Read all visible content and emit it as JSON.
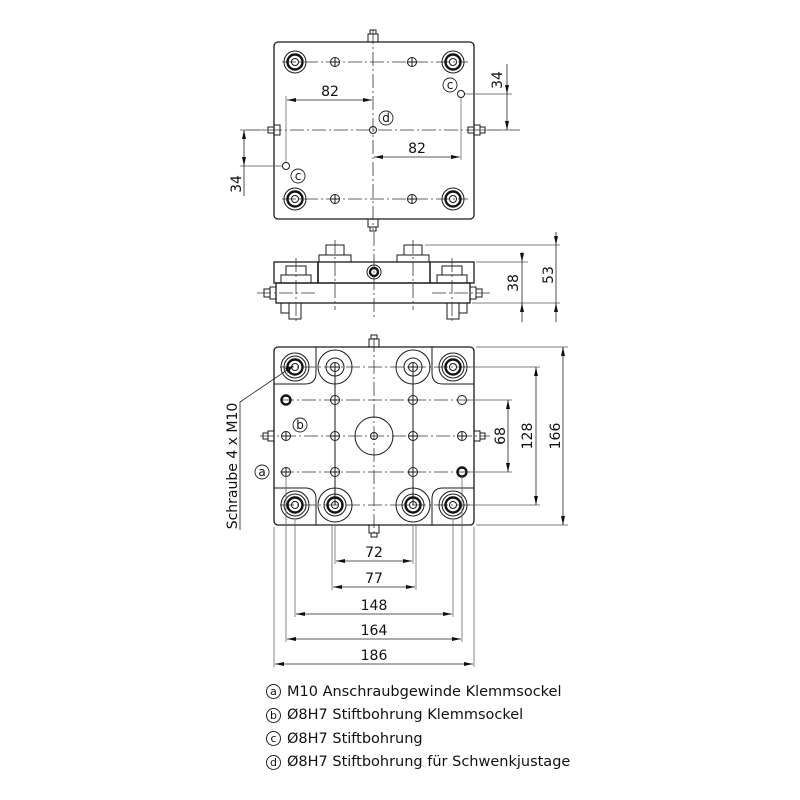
{
  "drawing": {
    "top_view": {
      "dims": {
        "half_x_left": "82",
        "half_x_right": "82",
        "offset_right": "34",
        "offset_left": "34"
      },
      "callouts": {
        "c_top": "c",
        "c_bottom": "c",
        "d": "d"
      }
    },
    "side_view": {
      "dims": {
        "height_body": "38",
        "height_total": "53"
      }
    },
    "bottom_view": {
      "dims": {
        "v_inner": "68",
        "v_mid": "128",
        "v_outer": "166",
        "h_72": "72",
        "h_77": "77",
        "h_148": "148",
        "h_164": "164",
        "h_186": "186"
      },
      "callouts": {
        "a": "a",
        "b": "b"
      },
      "leader_label": "Schraube 4 x M10"
    }
  },
  "legend": [
    {
      "badge": "a",
      "text": "M10 Anschraubgewinde Klemmsockel"
    },
    {
      "badge": "b",
      "text": "Ø8H7 Stiftbohrung Klemmsockel"
    },
    {
      "badge": "c",
      "text": "Ø8H7 Stiftbohrung"
    },
    {
      "badge": "d",
      "text": "Ø8H7 Stiftbohrung für Schwenkjustage"
    }
  ]
}
